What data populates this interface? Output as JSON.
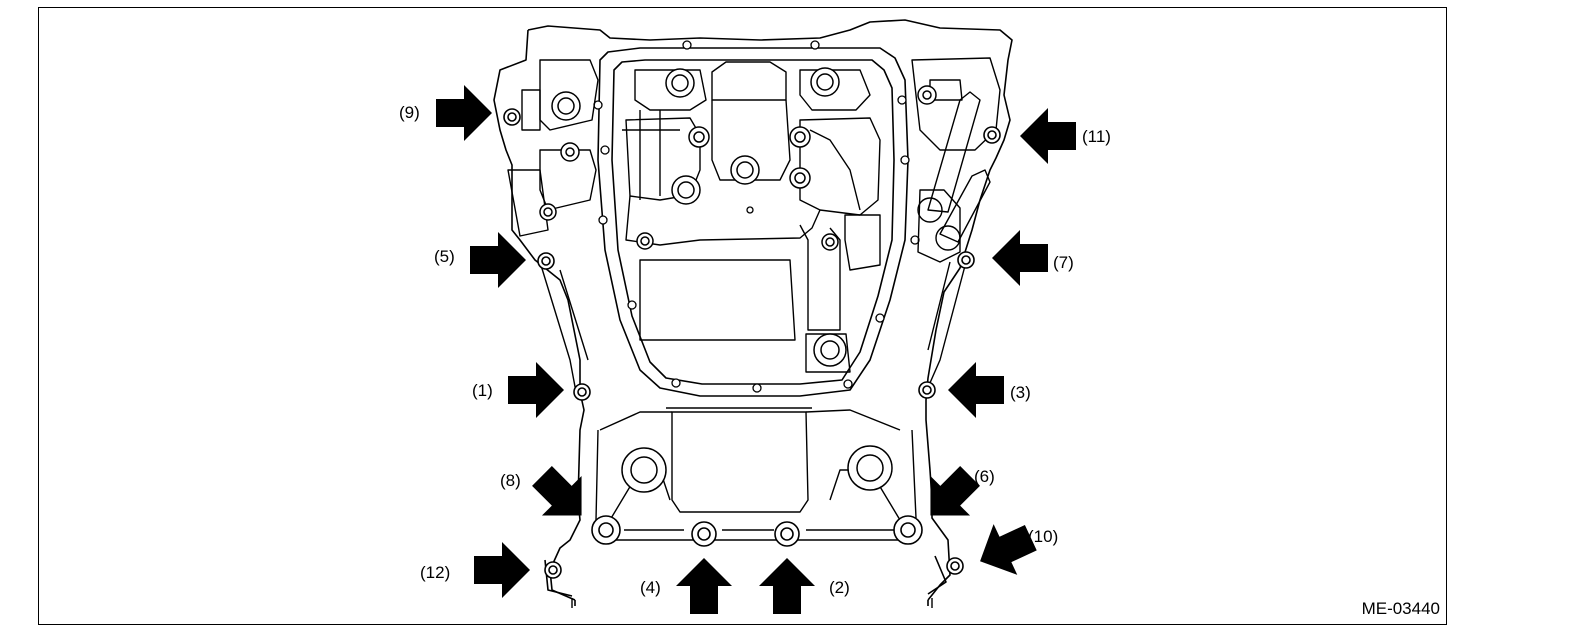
{
  "figure_id": "ME-03440",
  "bolt_labels": {
    "b1": "(1)",
    "b2": "(2)",
    "b3": "(3)",
    "b4": "(4)",
    "b5": "(5)",
    "b6": "(6)",
    "b7": "(7)",
    "b8": "(8)",
    "b9": "(9)",
    "b10": "(10)",
    "b11": "(11)",
    "b12": "(12)"
  },
  "colors": {
    "line": "#000000",
    "background": "#ffffff"
  }
}
